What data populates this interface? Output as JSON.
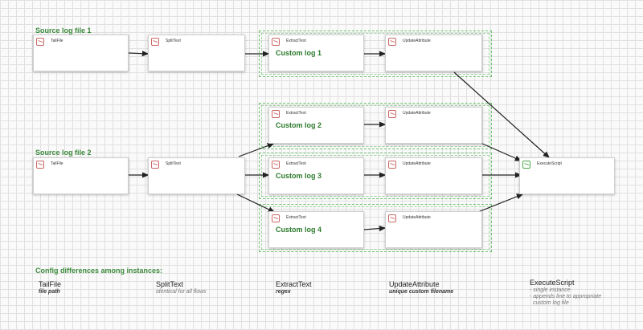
{
  "groups": {
    "source1_label": "Source log file 1",
    "source2_label": "Source log file 2"
  },
  "processors": {
    "tailfile_1": "TailFile",
    "splittext_1": "SplitText",
    "extracttext_1": "ExtractText",
    "updateattribute_1": "UpdateAttribute",
    "tailfile_2": "TailFile",
    "splittext_2": "SplitText",
    "extracttext_2": "ExtractText",
    "updateattribute_2": "UpdateAttribute",
    "extracttext_3": "ExtractText",
    "updateattribute_3": "UpdateAttribute",
    "extracttext_4": "ExtractText",
    "updateattribute_4": "UpdateAttribute",
    "executescript": "ExecuteScript"
  },
  "custom_logs": {
    "log1": "Custom log 1",
    "log2": "Custom log 2",
    "log3": "Custom log 3",
    "log4": "Custom log 4"
  },
  "config": {
    "title": "Config differences among instances:",
    "tailfile": {
      "name": "TailFile",
      "value": "file path"
    },
    "splittext": {
      "name": "SplitText",
      "value": "identical for all flows"
    },
    "extracttext": {
      "name": "ExtractText",
      "value": "regex"
    },
    "updateattribute": {
      "name": "UpdateAttribute",
      "value": "unique custom filename"
    },
    "executescript": {
      "name": "ExecuteScript",
      "line1": "- single instance",
      "line2": "- appends line to appropriate",
      "line3": "custom log file"
    }
  },
  "colors": {
    "group_border": "#6ec26e",
    "label_green": "#3c8a3c",
    "processor_icon": "#cc6666",
    "executescript_icon": "#4aa64a"
  }
}
